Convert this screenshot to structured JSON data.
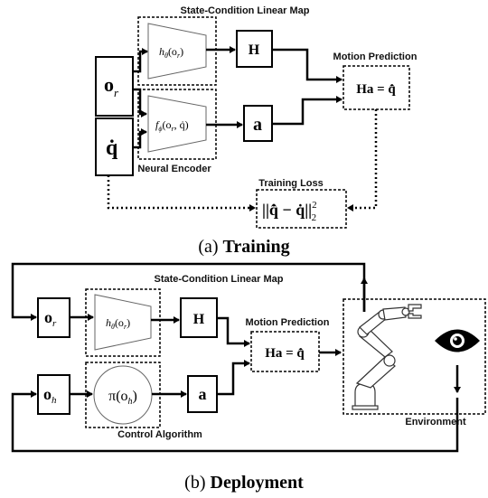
{
  "training": {
    "labels": {
      "state_map": "State-Condition Linear Map",
      "motion_prediction": "Motion Prediction",
      "neural_encoder": "Neural Encoder",
      "training_loss": "Training Loss"
    },
    "math": {
      "o_r": "o",
      "o_r_sub": "r",
      "qdot": "q̇",
      "h_theta": "h",
      "h_theta_sub": "θ",
      "h_theta_arg": "(o",
      "h_theta_arg_sub": "r",
      "h_theta_close": ")",
      "H": "H",
      "f_phi": "f",
      "f_phi_sub": "ϕ",
      "f_phi_arg": "(o",
      "f_phi_arg_sub": "r",
      "f_phi_rest": ", q̇)",
      "a": "a",
      "ha_eq": "Ha = q̂̇",
      "loss": "||q̂̇ − q̇||",
      "loss_sup": "2",
      "loss_sub": "2"
    },
    "caption_prefix": "(a) ",
    "caption_bold": "Training"
  },
  "deployment": {
    "labels": {
      "state_map": "State-Condition Linear Map",
      "motion_prediction": "Motion Prediction",
      "control_algorithm": "Control Algorithm",
      "environment": "Environment"
    },
    "math": {
      "o_r": "o",
      "o_r_sub": "r",
      "o_h": "o",
      "o_h_sub": "h",
      "h_theta": "h",
      "h_theta_sub": "θ",
      "h_theta_arg": "(o",
      "h_theta_arg_sub": "r",
      "h_theta_close": ")",
      "H": "H",
      "pi": "π(o",
      "pi_sub": "h",
      "pi_close": ")",
      "a": "a",
      "ha_eq": "Ha = q̂̇"
    },
    "icons": [
      "robot-arm-icon",
      "eye-icon"
    ],
    "caption_prefix": "(b) ",
    "caption_bold": "Deployment"
  }
}
